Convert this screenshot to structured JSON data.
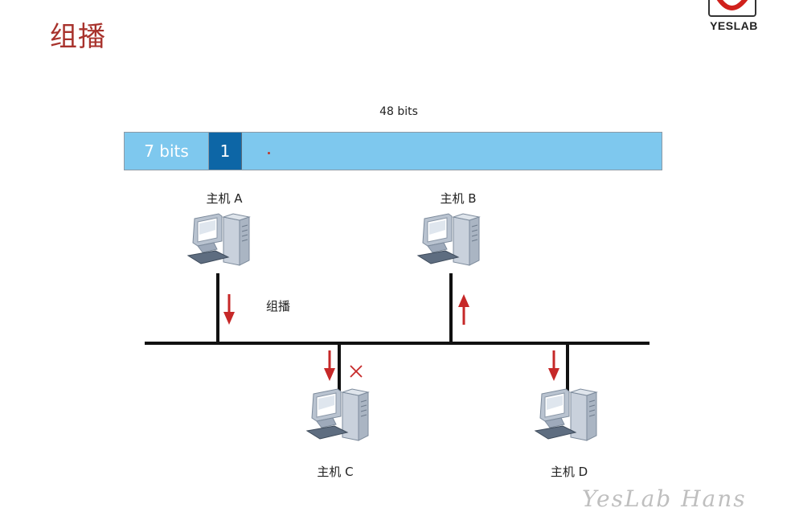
{
  "title": "组播",
  "logo": {
    "text": "YESLAB",
    "accent": "#d0211c"
  },
  "frame": {
    "label": "48 bits",
    "segment_7": "7 bits",
    "segment_1": "1"
  },
  "hosts": {
    "a": "主机 A",
    "b": "主机 B",
    "c": "主机 C",
    "d": "主机 D"
  },
  "multicast_label": "组播",
  "watermark": "YesLab Hans",
  "colors": {
    "title": "#a8322c",
    "arrow": "#c62828",
    "frame_light": "#7ec8ee",
    "frame_dark": "#0d66a6",
    "bus": "#111111"
  }
}
